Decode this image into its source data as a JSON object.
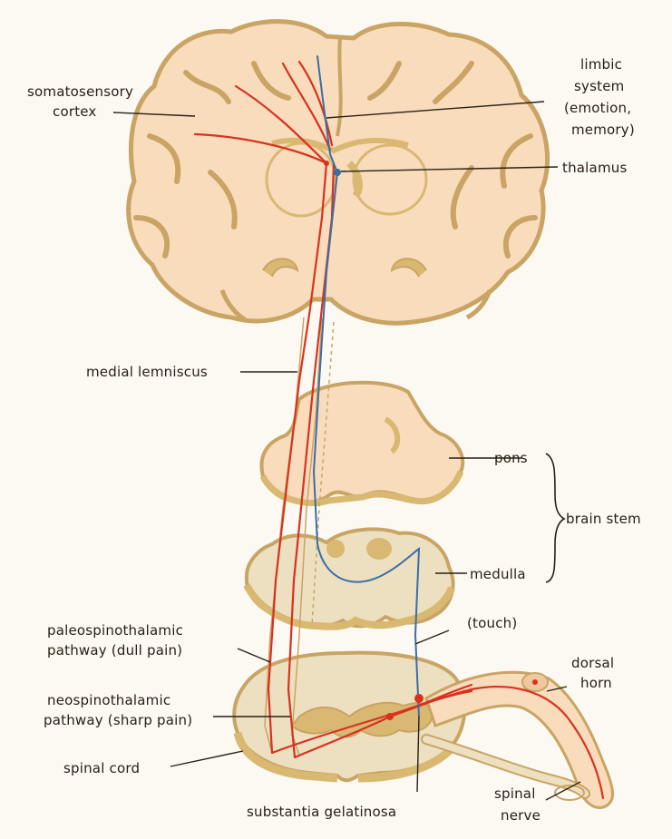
{
  "labels": {
    "somatosensory_1": "somatosensory",
    "somatosensory_2": "cortex",
    "limbic_1": "limbic",
    "limbic_2": "system",
    "limbic_3": "(emotion,",
    "limbic_4": "memory)",
    "thalamus": "thalamus",
    "medial_lemniscus": "medial lemniscus",
    "pons": "pons",
    "brain_stem": "brain stem",
    "medulla": "medulla",
    "touch": "(touch)",
    "paleo_1": "paleospinothalamic",
    "paleo_2": "pathway (dull pain)",
    "neo_1": "neospinothalamic",
    "neo_2": "pathway (sharp pain)",
    "dorsal_1": "dorsal",
    "dorsal_2": "horn",
    "spinal_cord": "spinal cord",
    "substantia": "substantia gelatinosa",
    "spinal_nerve_1": "spinal",
    "spinal_nerve_2": "nerve"
  },
  "colors": {
    "tissue": "#f8dcbc",
    "tissue_edge": "#c9a464",
    "gray_matter": "#d9b872",
    "stem_tissue": "#ede0c0",
    "pain_pathway": "#d8321e",
    "touch_pathway": "#3a6ea8",
    "label_text": "#2a2016"
  }
}
